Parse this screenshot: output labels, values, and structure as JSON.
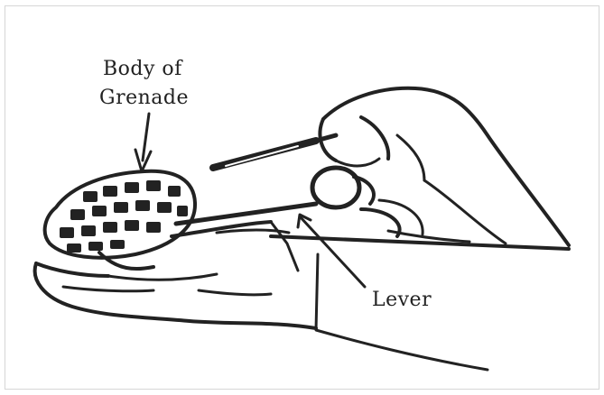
{
  "figure": {
    "labels": {
      "body_of_grenade_line1": "Body of",
      "body_of_grenade_line2": "Grenade",
      "lever": "Lever"
    }
  },
  "colors": {
    "ink": "#222222",
    "paper": "#ffffff",
    "frame_border": "#d6d6d6"
  },
  "icons": [
    "grenade-illustration",
    "left-hand",
    "right-hand",
    "safety-pin",
    "pull-ring"
  ]
}
